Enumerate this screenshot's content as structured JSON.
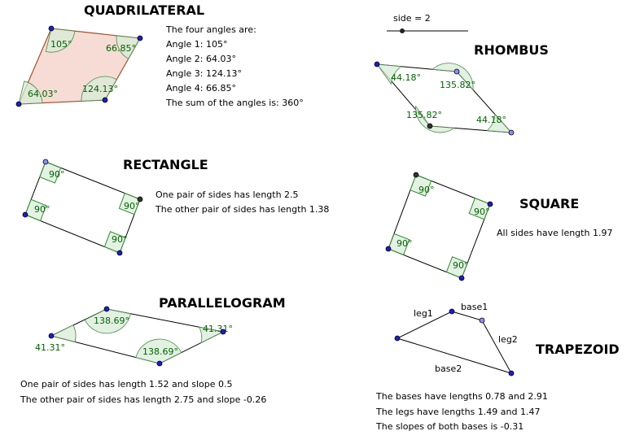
{
  "slider": {
    "label": "side = 2"
  },
  "quadrilateral": {
    "title": "QUADRILATERAL",
    "angles": [
      "105°",
      "66.85°",
      "124.13°",
      "64.03°"
    ],
    "lines": [
      "The four angles are:",
      "Angle 1: 105°",
      "Angle 2: 64.03°",
      "Angle 3: 124.13°",
      "Angle 4: 66.85°",
      "The sum of the angles is: 360°"
    ],
    "fill_color": "#f6dcd4",
    "edge_color": "#a0522d"
  },
  "rhombus": {
    "title": "RHOMBUS",
    "angles": [
      "44.18°",
      "135.82°",
      "135.82°",
      "44.18°"
    ]
  },
  "rectangle": {
    "title": "RECTANGLE",
    "angles": [
      "90°",
      "90°",
      "90°",
      "90°"
    ],
    "lines": [
      "One pair of sides has length 2.5",
      "The other pair of sides has length 1.38"
    ]
  },
  "square": {
    "title": "SQUARE",
    "angles": [
      "90°",
      "90°",
      "90°",
      "90°"
    ],
    "lines": [
      "All sides have length 1.97"
    ]
  },
  "parallelogram": {
    "title": "PARALLELOGRAM",
    "angles": [
      "138.69°",
      "41.31°",
      "41.31°",
      "138.69°"
    ],
    "lines": [
      "One pair of sides has length 1.52 and slope 0.5",
      "The other pair of sides has length 2.75 and slope -0.26"
    ]
  },
  "trapezoid": {
    "title": "TRAPEZOID",
    "labels": {
      "leg1": "leg1",
      "base1": "base1",
      "leg2": "leg2",
      "base2": "base2"
    },
    "lines": [
      "The bases have lengths 0.78 and 2.91",
      "The legs have lengths 1.49 and 1.47",
      "The slopes of both bases is -0.31"
    ]
  },
  "colors": {
    "point": "#1c1cd0",
    "point_light": "#8c8cff",
    "angle_text": "#006400",
    "angle_fill": "#d8ecd8"
  }
}
